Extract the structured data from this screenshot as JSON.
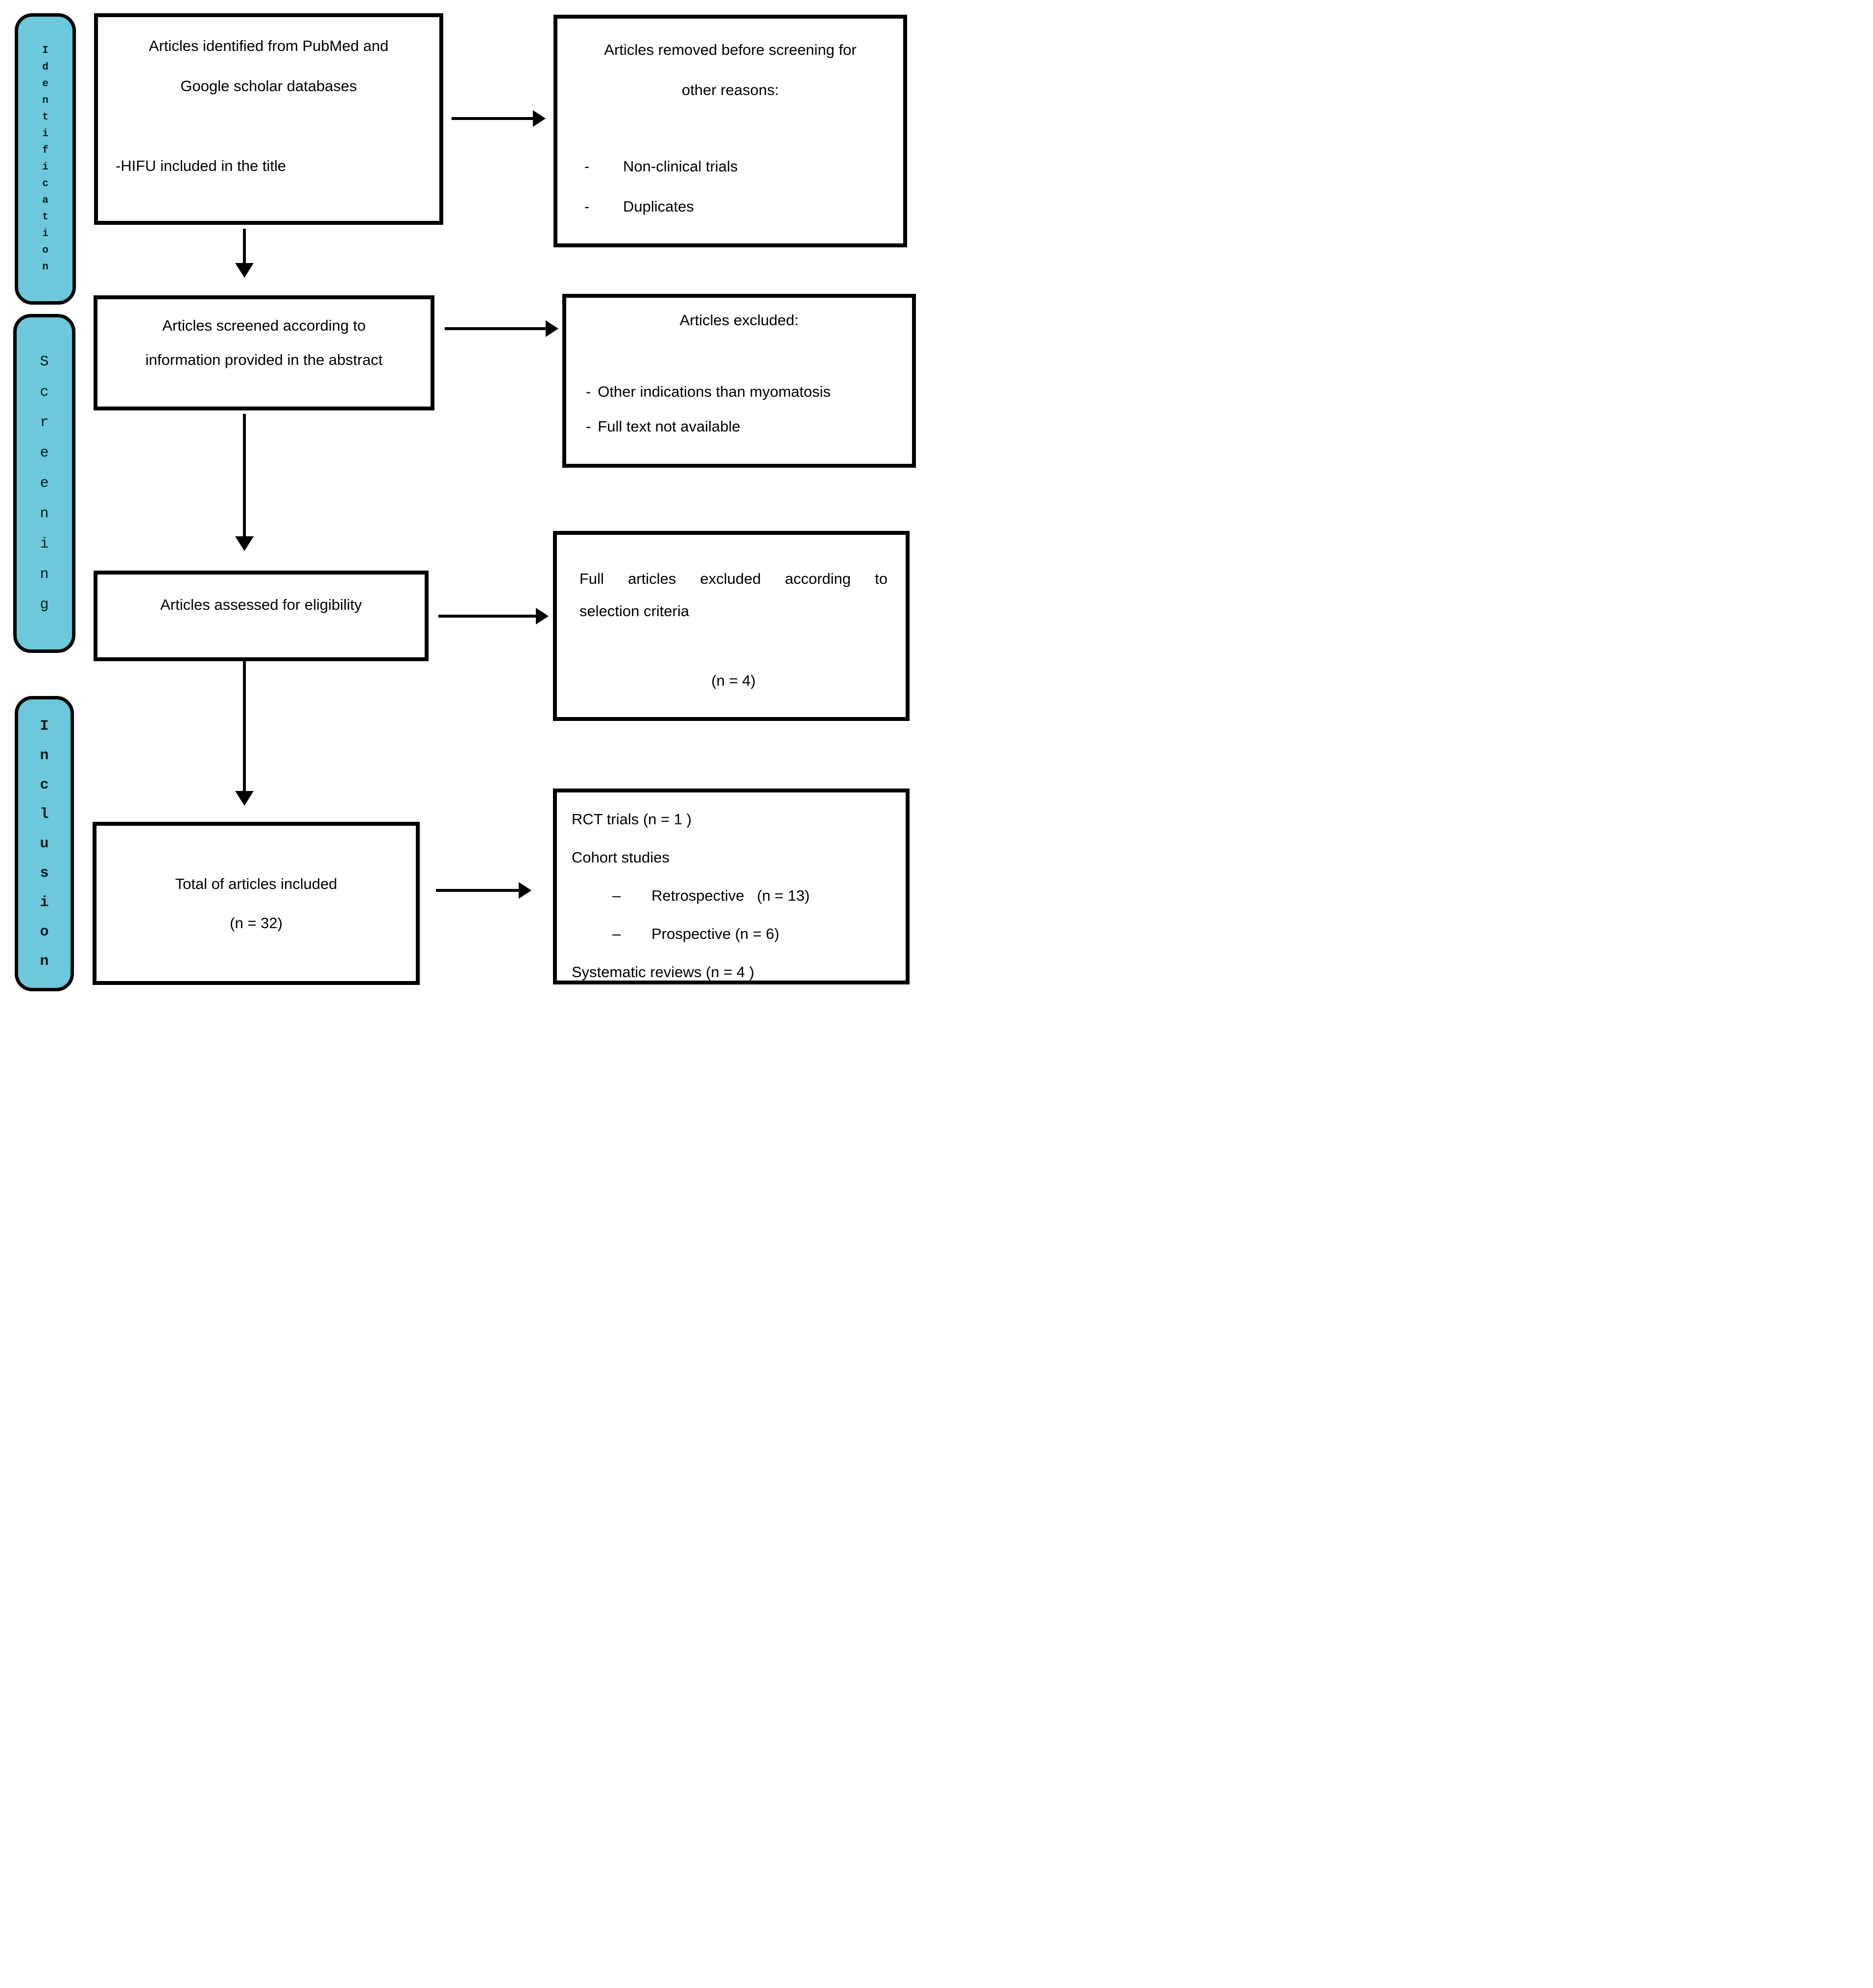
{
  "colors": {
    "stage_fill": "#6CC8DA",
    "line": "#000000",
    "background": "#FFFFFF",
    "text": "#000000"
  },
  "stages": {
    "identification": "Identification",
    "screening": "Screening",
    "inclusion": "Inclusion"
  },
  "boxes": {
    "identified": {
      "line1": "Articles identified from PubMed and",
      "line2": "Google scholar databases",
      "note": "-HIFU included in the title"
    },
    "removed": {
      "line1": "Articles removed before screening for",
      "line2": "other reasons:",
      "bullet_prefix": "-",
      "bullets": [
        "Non-clinical trials",
        "Duplicates"
      ]
    },
    "screened": {
      "line1": "Articles screened according to",
      "line2": "information provided in the abstract"
    },
    "excluded": {
      "heading": "Articles excluded:",
      "bullet_prefix": "-",
      "bullets": [
        "Other indications than myomatosis",
        "Full text not available"
      ]
    },
    "assessed": {
      "line1": "Articles assessed for eligibility"
    },
    "full_excluded": {
      "line1": "Full articles excluded according to",
      "line2": "selection criteria",
      "count": "(n = 4)"
    },
    "included": {
      "line1": "Total of articles included",
      "count": "(n = 32)"
    },
    "results": {
      "line1": "RCT trials (n = 1 )",
      "line2": "Cohort studies",
      "bullet_prefix": "–",
      "bullets": [
        "Retrospective   (n = 13)",
        "Prospective (n = 6)"
      ],
      "line3": "Systematic reviews (n = 4 )"
    }
  }
}
